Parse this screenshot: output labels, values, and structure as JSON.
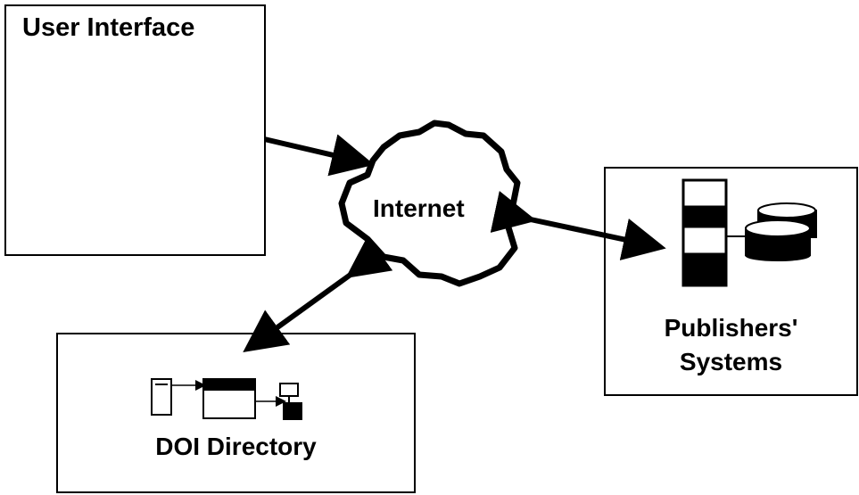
{
  "diagram": {
    "user_interface": {
      "title": "User Interface"
    },
    "internet": {
      "label": "Internet"
    },
    "publishers": {
      "line1": "Publishers'",
      "line2": "Systems"
    },
    "doi_directory": {
      "title": "DOI Directory"
    }
  },
  "colors": {
    "stroke": "#000000",
    "background": "#ffffff"
  },
  "icons": [
    "stick-figure-icon",
    "computer-terminal-icon",
    "server-tower-icon",
    "disk-stack-icon",
    "document-icon",
    "window-icon",
    "database-icon",
    "cloud-icon"
  ]
}
